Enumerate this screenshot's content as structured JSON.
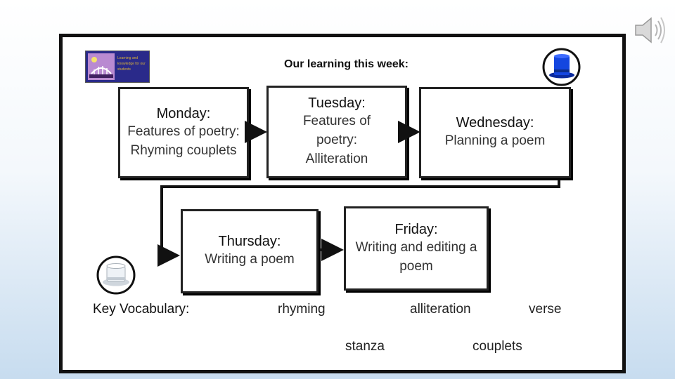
{
  "slide": {
    "title": "Our learning this week:",
    "logo_text": "Learning and knowledge for our students"
  },
  "days": {
    "monday": {
      "label": "Monday:",
      "topic": "Features of poetry: Rhyming couplets"
    },
    "tuesday": {
      "label": "Tuesday:",
      "topic": "Features of poetry: Alliteration"
    },
    "wednesday": {
      "label": "Wednesday:",
      "topic": "Planning a poem"
    },
    "thursday": {
      "label": "Thursday:",
      "topic": "Writing a poem"
    },
    "friday": {
      "label": "Friday:",
      "topic": "Writing and editing a poem"
    }
  },
  "vocabulary": {
    "heading": "Key Vocabulary:",
    "words": [
      "rhyming",
      "alliteration",
      "verse",
      "stanza",
      "couplets"
    ]
  },
  "icons": [
    "speaker-icon",
    "blue-hat-icon",
    "white-hat-icon",
    "school-logo"
  ]
}
